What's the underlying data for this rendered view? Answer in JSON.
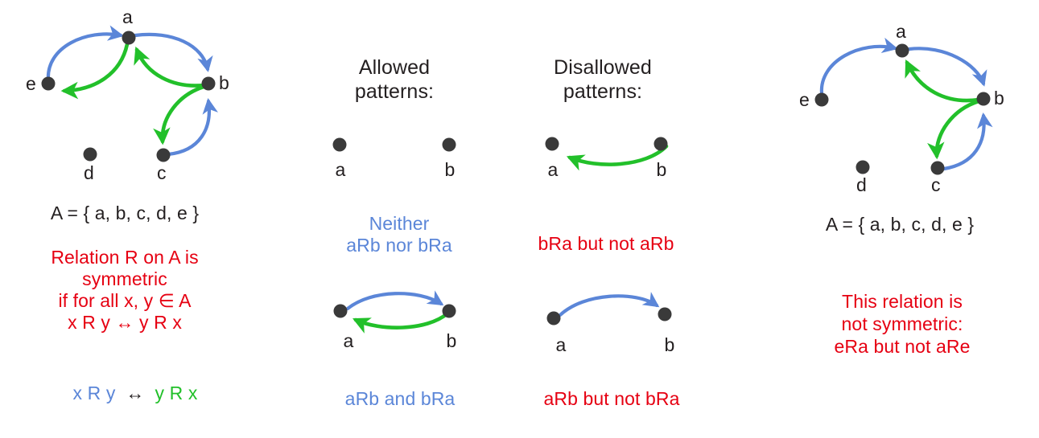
{
  "colors": {
    "blue": "#5b86d8",
    "green": "#22c02a",
    "red": "#e60012",
    "node": "#3a3a3a",
    "text": "#231f20",
    "background": "#ffffff"
  },
  "left_panel": {
    "graph": {
      "node_labels": {
        "a": "a",
        "b": "b",
        "c": "c",
        "d": "d",
        "e": "e"
      },
      "edges_blue": [
        "e->a",
        "a->b",
        "b->c"
      ],
      "edges_green": [
        "a->e",
        "b->a",
        "b->c_down"
      ]
    },
    "set_line": "A = { a, b, c, d, e }",
    "definition_lines": [
      "Relation R on A is",
      "symmetric",
      "if for all x, y ∈ A",
      "x R y ↔ y R x"
    ],
    "mixed_line": {
      "left": "x R y",
      "arrow": "↔",
      "right": "y R x"
    }
  },
  "allowed_column": {
    "heading_lines": [
      "Allowed",
      "patterns:"
    ],
    "pattern_1": {
      "node_a_label": "a",
      "node_b_label": "b",
      "caption": "Neither\naRb nor bRa",
      "caption_lines": [
        "Neither",
        "aRb nor bRa"
      ],
      "caption_color": "#5b86d8"
    },
    "pattern_2": {
      "node_a_label": "a",
      "node_b_label": "b",
      "caption_lines": [
        "aRb and bRa"
      ],
      "caption_color": "#5b86d8"
    }
  },
  "disallowed_column": {
    "heading_lines": [
      "Disallowed",
      "patterns:"
    ],
    "pattern_1": {
      "node_a_label": "a",
      "node_b_label": "b",
      "caption_lines": [
        "bRa but not aRb"
      ],
      "caption_color": "#e60012"
    },
    "pattern_2": {
      "node_a_label": "a",
      "node_b_label": "b",
      "caption_lines": [
        "aRb but not bRa"
      ],
      "caption_color": "#e60012"
    }
  },
  "right_panel": {
    "graph": {
      "node_labels": {
        "a": "a",
        "b": "b",
        "c": "c",
        "d": "d",
        "e": "e"
      },
      "edges_blue": [
        "e->a",
        "a->b",
        "b->c"
      ],
      "edges_green": [
        "b->a",
        "b->c_down"
      ]
    },
    "set_line": "A = { a, b, c, d, e }",
    "conclusion_lines": [
      "This relation is",
      "not symmetric:",
      "eRa but not aRe"
    ]
  }
}
